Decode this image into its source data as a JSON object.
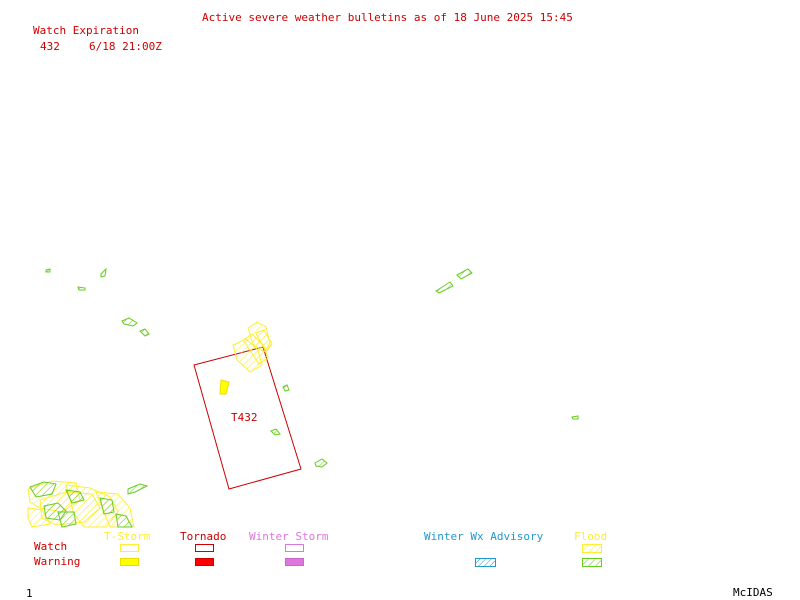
{
  "header": {
    "title": "Active severe weather bulletins as of 18 June 2025 15:45"
  },
  "watch_table": {
    "header": "Watch Expiration",
    "rows": [
      {
        "id": "432",
        "expiration": "6/18 21:00Z"
      }
    ]
  },
  "map": {
    "watch_label": "T432"
  },
  "legend": {
    "row_labels": {
      "watch": "Watch",
      "warning": "Warning"
    },
    "categories": {
      "tstorm": {
        "label": "T-Storm",
        "color": "#ffff00"
      },
      "tornado": {
        "label": "Tornado",
        "color": "#ff0000"
      },
      "winter_storm": {
        "label": "Winter Storm",
        "color": "#dd77dd"
      },
      "winter_wx_advisory": {
        "label": "Winter Wx Advisory",
        "color": "#2299cc"
      },
      "flood": {
        "label": "Flood",
        "color": "#ffff33"
      }
    },
    "flood_warning_color": "#66cc22",
    "text_color": "#cc0000"
  },
  "footer": {
    "frame_number": "1",
    "software": "McIDAS"
  }
}
